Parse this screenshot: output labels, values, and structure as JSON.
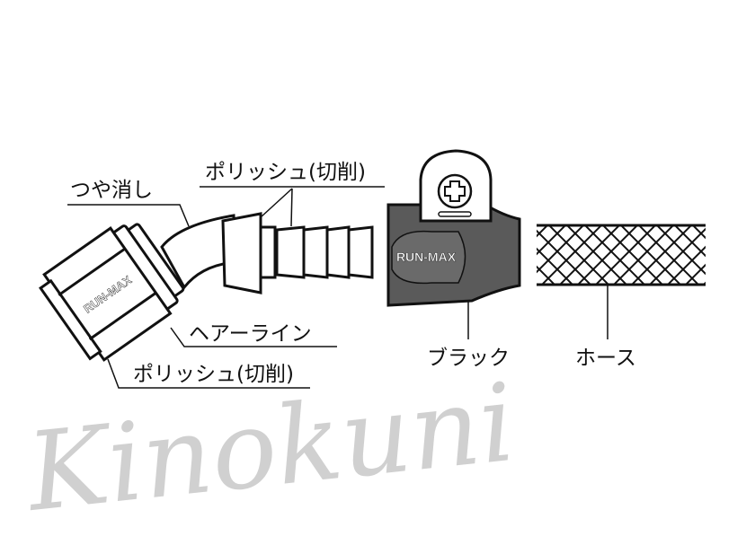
{
  "labels": {
    "matte": "つや消し",
    "polish_top": "ポリッシュ(切削)",
    "hairline": "ヘアーライン",
    "polish_bottom": "ポリッシュ(切削)",
    "black": "ブラック",
    "hose": "ホース"
  },
  "brand": "RUN-MAX",
  "watermark": "Kinokuni",
  "colors": {
    "black_fitting": "#5a5a5a",
    "outline": "#111111",
    "watermark": "#c8c8c8"
  }
}
